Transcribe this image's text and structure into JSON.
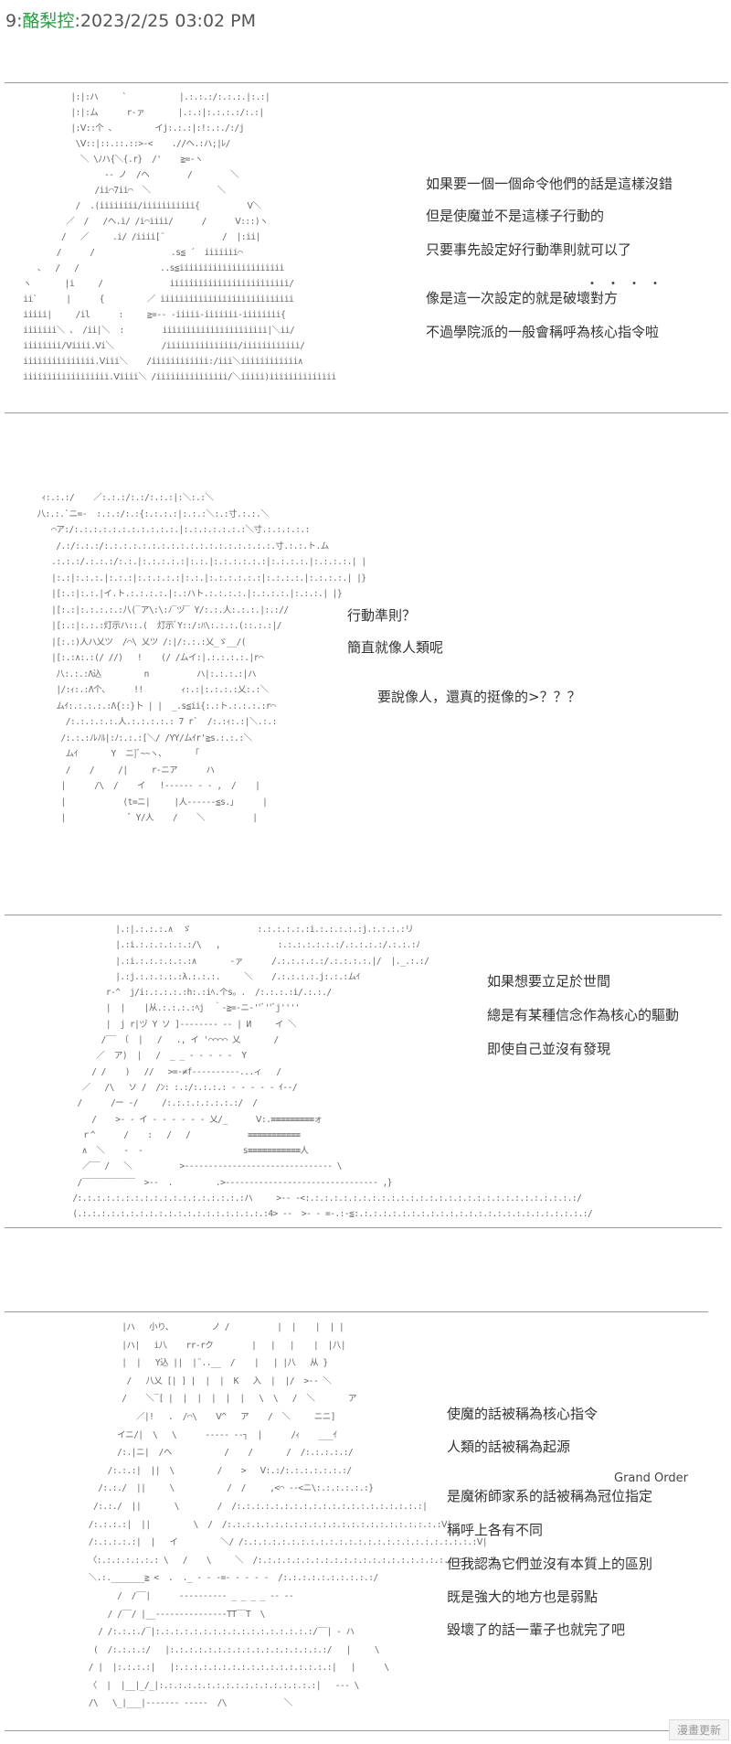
{
  "header": {
    "index": "9:",
    "name": "酪梨控",
    "datetime": ":2023/2/25 03:02 PM"
  },
  "panel1": {
    "art": "           |:|:ハ     `           |.:.:.:/:.:.:.|:.:|\n           |:|:ム      r‐ァ       |.:.:|:.:.:.:/:.:|\n           |:Ⅴ::个 、        イj:.:.:|:!:.:./:/j\n            \\Ⅴ::|::.::.::>‐<    .//ヘ.:ハ;|ﾚ/\n             ＼ \\ﾉハ{＼{.r}  /'    ≧=‐ヽ\n                  -‐ ノ  /ヘ        /        ＼\n                /ii⌒7ii⌒  ＼              ＼\n            /  .(iiiiiiii/iiiiiiiiiii{          Ⅴ＼\n          ／  /   /ヘ.i/ /i⌒iiii/      /      Ⅴ:::)ヽ\n         /   ／     .i/ /iiii[¨            /  |:ii|\n        /      /                .s≦ ´  iiiiiii⌒\n    、  /   /                 ..s≦iiiiiiiiiiiiiiiiiiiiii\n ヽ       |i     /              iiiiiiiiiiiiiiiiiiiiiiiii/\n ii`      |      {         ／ iiiiiiiiiiiiiiiiiiiiiiiiiiii\n iiiii|     /il      :     ≧=‐‐ ‐iiiii‐iiiiiii‐iiiiiiii{\n iiiiiii＼ 、 /ii|＼  :        iiiiiiiiiiiiiiiiiiiiii|＼ii/\n iiiiiiii/Ⅴiiii.Ⅴi＼          /iiiiiiiiiiiiiii/iiiiiiiiiiii/\n iiiiiiiiiiiiiii.Ⅴiii＼    /iiiiiiiiiiii:/iii＼iiiiiiiiiiii∧\n iiiiiiiiiiiiiiiiii.Ⅴiiii＼ /iiiiiiiiiiiiiii/＼iiiii)iiiiiiiiiiiiii",
    "lines": [
      "如果要一個一個命令他們的話是這樣沒錯",
      "但是使魔並不是這樣子行動的",
      "只要事先設定好行動準則就可以了",
      "像是這一次設定的就是破壞對方",
      "不過學院派的一般會稱呼為核心指令啦"
    ],
    "emphasis_dots": "・・・・"
  },
  "panel2": {
    "art": "   ｨ:.:.:/    ／:.:.:/:.:/:.:.:|:＼:.:＼\n  八:.:.`ニ=-  :.:.:/:.:{:.:.:.:|:.:.:＼:.:寸.:.:.＼\n     ⌒ア:/:.:.:.:.:.:.:.:.:.:.:.|:.:.:.:.:.:.:＼寸.:.:.:.:.:\n      /.:/:.:.:/:.:.:.:.:.:.:.:.:.:.:.:.:.:.:.:.:.:.寸.:.:.ト.ム\n     .:.:.:/.:.:.:/:.:.|:.:.:.:.:|:.:.|:.:.:.:.:.:|:.:.:.:.|:.:.:.:.| |\n     |:.:|:.:.:.|:.:.:|:.:.:.:.:|:.:.|:.:.:.:.:.:|:.:.:.:.|:.:.:.:.| |}\n     |[:.:|:.:.|イ.ト.:.:.:.:.|:.:ハト.:.:.:.:.|:.:.:.:.|:.:.:.| |}\n     |[:.:|:.:.:.:.:八(‾ア\\:\\:ﾉ‾ヅ‾ Y/:.:.人:.:.:.|:.://\n     |[:.:|:.:.:灯示ハ::.(  灯示ﾞY::/:ﾊ\\:.:.:.(::.:.:|/\n     |[:.:)人ハ乂ツ  /⌒\\ 乂ツ /:|/:.:.:乂_ゞ__/(\n     |[:.:∧:.:(/ //)   !    (/ /ムイ:|.:.:.:.:.|r⌒\n      八:.:.:Λ込         n          ハ|:.:.:.:|ハ\n      |/:ｨ:.:Λ个、     !!        ｨ:.:|:.:.:.:乂:.:＼\n      ムｲ:.:.:.:.:Λ{::}卜 | |  _.s≦ii{:.:ト.:.:.:.:r⌒\n        /:.:.:.:.:.人.:.:.:.:.: 7 r`  /:.:ｨ:.:|＼.:.:\n       /:.:.:ﾉﾚﾉﾙ|:ﾉ:.:.:[＼/ /YY/ムｲr'≧s.:.:.:＼\n        ムｲ       Y  ニ]ﾞ~~ヽ、      ｢\n        /    /     /|     r‐ニア      ハ\n       |      /\\  /    イ   !‐‐‐‐‐‐ ‐ ‐ ,  /    |\n       |            (t=ニ|     |人‐‐‐‐‐‐≦s.｣      |\n       |             ゛Y/人    /    ＼          |",
    "lines": [
      "行動準則？",
      "簡直就像人類呢",
      "要說像人，還真的挺像的>？？？"
    ]
  },
  "panel3": {
    "art": "               |.:|.:.:.:.∧  ゞ              :.:.:.:.:.:i.:.:.:.:.:j.:.:.:.:リ\n               |.:i.:.:.:.:.:.:/\\   ,            :.:.:.:.:.:.:/.:.:.:.:/.:.:.:ﾉ\n               |.:i.:.:.:.:.:.:∧       ‐ァ      /.:.:.:.:.:/.:.:.:.:.|/  |._.:.:/\n               |.:j.:.:.:.:.:λ.:.:.:.     ＼    /.:.:.:.:.j:.:.:ムｲ\n             r‐^  j/i:.:.:.:.:h:.:iﾍ.个s。.  /:.:.:.:i/.:.:./\n             |  |    |从.:.:.:.:ﾍj  ｀‐≧=‐ニ‐''ﾞ''ﾞj''''\n             |  j r|ヅ Y ソ ]‐‐‐‐‐‐‐‐ ‐‐ | И     イ ＼\n            /‾‾ 〔  |   /   ., イ '⌒⌒⌒⌒ 乂       /\n           ／  ア)  |   /  _ _ ‐ ‐ ‐ ‐ -  Y\n          / /    )   //   >=‐≠f-‐‐‐‐‐‐‐‐‐...ィ   /\n        ／   /\\   ソ /  /ﾝ: :.:/:.:.:.: ‐ ‐ ‐ ‐ ‐ ｲ‐‐/\n       /      /ー ‐/     /:.:.:.:.:.:.:.:/  /\n          /    >‐ ‐ イ ‐ ‐ ‐ ‐ ‐ ‐ 乂/_      Ⅴ:.≡≡≡≡≡≡≡≡≡ォ\n        ｒ^      /    :   /   /            ≡≡≡≡≡≡≡≡≡≡≡\n        ∧  ＼    ‐  ‐                     s≡≡≡≡≡≡≡≡≡≡≡人\n        ／‾‾ /   ＼          >‐‐‐‐‐‐‐‐‐‐‐‐‐‐‐‐‐‐‐‐‐‐‐‐‐‐‐‐‐‐‐ \\\n       /‾‾‾‾‾‾‾‾‾‾‾  >‐‐  .         .>‐‐‐‐‐‐‐‐‐‐‐‐‐‐‐‐‐‐‐‐‐‐‐‐‐‐‐‐‐‐‐‐ ,}\n      /:.:.:.:.:.:.:.:.:.:.:.:.:.:.:.:.:.:ハ     >‐‐ ‐<:.:.:.:.:.:.:.:.:.:.:.:.:.:.:.:.:.:.:.:.:.:.:.:.:.:.:.:.:/\n      (.:.:.:.:.:.:.:.:.:.:.:.:.:.:.:.:.:.:.:.:4> ‐‐  >‐ ‐ =‐.:‐≦:.:.:.:.:.:.:.:.:.:.:.:.:.:.:.:.:.:.:.:.:.:.:.:.:/",
    "lines": [
      "如果想要立足於世間",
      "總是有某種信念作為核心的驅動",
      "即使自己並沒有發現"
    ]
  },
  "panel4": {
    "art": "               |ハ   小り、        ノ /          |  |    |  | |\n               |ハ|   i八    rr‐rク        |   |   |    |  |八|\n               |  |   Y込 ||  |¨..__  /    |   | |八   从 }\n                /   八乂 [| ] |  |  |  K   入  |  |/  >‐‐ ＼\n               /    ＼‾[ |  |  |  |  |  |   \\  \\   /  ＼       ア\n                  ／|!   .  /⌒\\    Ⅴ^   ア    /  ＼     ニニ]\n              イニ/|  \\   \\      ‐‐‐‐‐ ‐‐┐  |      /ｨ    ___ｲ\n              /:.|ニ|  /ヘ           /    /       /  /:.:.:.:.:/\n            /:.:.:|  ||  \\         /    >   Ⅴ:.:/:.:.:.:.:.:.:/\n          /:.:./  ||     \\           /  /     ,<⌒ ‐‐<ニ\\:.:.:.:.:.:}\n         /:.:./  ||       \\        /  /:.:.:.:.:.:.:.:.:.:.:.:.:.:.:.:.:.:.:.:|\n        /:.:.:.:|  ||         \\  /  /:.:.:.:.:.:.:.:.:.:.:.:.:.:.:.:.:.:.:.:.:.:.:Ⅴ|\n        /:.:.:.:.:|  |   イ         ＼/ /:.:.:.:.:.:.:.:.:.:.:.:.:.:.:.:.:.:.:.:.:.:.:.:.:Ⅴ|\n        〈:.:.:.:.:.:.: \\   /    \\     ＼  /:.:.:.:.:.:.:.:.:.:.:.:.:.:.:.:.:.:.:.:.:.:.:.:.:|\n        ＼.:._______≧ <  .  ._ ‐ ‐ ‐=‐ ‐ ‐ ‐ ‐  /:.:.:.:.:.:.:.:.:.:/\n              /  /‾‾|      ‐‐‐‐‐‐‐‐‐‐ _ _ _ _ ‐‐ ‐‐\n            / /‾‾/ |__‐‐‐‐‐‐‐‐‐‐‐‐‐‐‐TT‾‾T  \\\n          / /:.:.:./‾|:.:.:.:.:.:.:.:.:.:.:.:.:.:.:.:.:/‾‾| ‐ ハ\n         (  /:.:.:.:/   |:.:.:.:.:.:.:.:.:.:.:.:.:.:.:.:.:/   |     \\\n        / |  |:.:.:.:|   |:.:.:.:.:.:.:.:.:.:.:.:.:.:.:.:.:|   |      \\\n        〈  |  |__|_/_|:.:.:.:.:.:.:.:.:.:.:.:.:.:.:.:.:|   ‐‐‐ \\\n        /\\   \\_|___|‐‐‐‐‐‐‐ ‐‐‐‐‐  /\\            ＼",
    "lines": [
      "使魔的話被稱為核心指令",
      "人類的話被稱為起源",
      "是魔術師家系的話被稱為冠位指定",
      "稱呼上各有不同",
      "但我認為它們並沒有本質上的區別",
      "既是強大的地方也是弱點",
      "毀壞了的話一輩子也就完了吧"
    ],
    "small_label": "Grand Order"
  },
  "corner_label": "漫畫更新"
}
